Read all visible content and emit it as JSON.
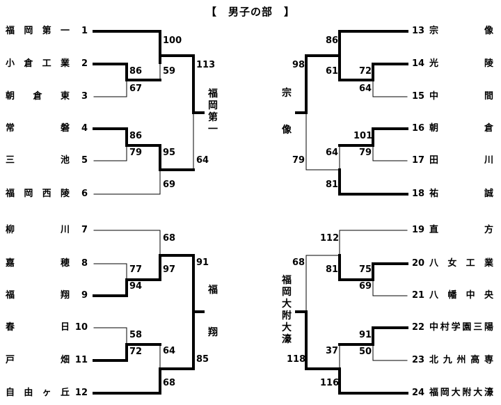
{
  "title": "【　男子の部　】",
  "left_teams": [
    {
      "seed": "1",
      "name": "福岡第一"
    },
    {
      "seed": "2",
      "name": "小倉工業"
    },
    {
      "seed": "3",
      "name": "朝倉東"
    },
    {
      "seed": "4",
      "name": "常磐"
    },
    {
      "seed": "5",
      "name": "三池"
    },
    {
      "seed": "6",
      "name": "福岡西陵"
    },
    {
      "seed": "7",
      "name": "柳川"
    },
    {
      "seed": "8",
      "name": "嘉穂"
    },
    {
      "seed": "9",
      "name": "福翔"
    },
    {
      "seed": "10",
      "name": "春日"
    },
    {
      "seed": "11",
      "name": "戸畑"
    },
    {
      "seed": "12",
      "name": "自由ヶ丘"
    }
  ],
  "right_teams": [
    {
      "seed": "13",
      "name": "宗像"
    },
    {
      "seed": "14",
      "name": "光陵"
    },
    {
      "seed": "15",
      "name": "中間"
    },
    {
      "seed": "16",
      "name": "朝倉"
    },
    {
      "seed": "17",
      "name": "田川"
    },
    {
      "seed": "18",
      "name": "祐誠"
    },
    {
      "seed": "19",
      "name": "直方"
    },
    {
      "seed": "20",
      "name": "八女工業"
    },
    {
      "seed": "21",
      "name": "八幡中央"
    },
    {
      "seed": "22",
      "name": "中村学園三陽"
    },
    {
      "seed": "23",
      "name": "北九州高専"
    },
    {
      "seed": "24",
      "name": "福岡大附大濠"
    }
  ],
  "scores": {
    "q1_r1_top": "86",
    "q1_r1_bot": "67",
    "q1_r2_top": "100",
    "q1_r2_bot": "59",
    "q1_r1b_top": "86",
    "q1_r1b_bot": "79",
    "q1_r2b_top": "95",
    "q1_r2b_bot": "69",
    "q1_final_top": "113",
    "q1_final_bot": "64",
    "q2_r1_top": "77",
    "q2_r1_bot": "94",
    "q2_r2_top": "68",
    "q2_r2_bot": "97",
    "q2_r1b_top": "58",
    "q2_r1b_bot": "72",
    "q2_r2b_top": "64",
    "q2_r2b_bot": "68",
    "q2_final_top": "91",
    "q2_final_bot": "85",
    "q3_r1_top": "72",
    "q3_r1_bot": "64",
    "q3_r2_top": "86",
    "q3_r2_bot": "61",
    "q3_r1b_top": "101",
    "q3_r1b_bot": "79",
    "q3_r2b_top": "64",
    "q3_r2b_bot": "81",
    "q3_final_top": "98",
    "q3_final_bot": "79",
    "q4_r1_top": "75",
    "q4_r1_bot": "69",
    "q4_r2_top": "112",
    "q4_r2_bot": "81",
    "q4_r1b_top": "91",
    "q4_r1b_bot": "50",
    "q4_r2b_top": "37",
    "q4_r2b_bot": "116",
    "q4_final_top": "68",
    "q4_final_bot": "118"
  },
  "winners": {
    "q1": [
      "福",
      "岡",
      "第",
      "一"
    ],
    "q2": [
      "福",
      "翔"
    ],
    "q3": [
      "宗",
      "像"
    ],
    "q4": [
      "福",
      "岡",
      "大",
      "附",
      "大",
      "濠"
    ]
  }
}
